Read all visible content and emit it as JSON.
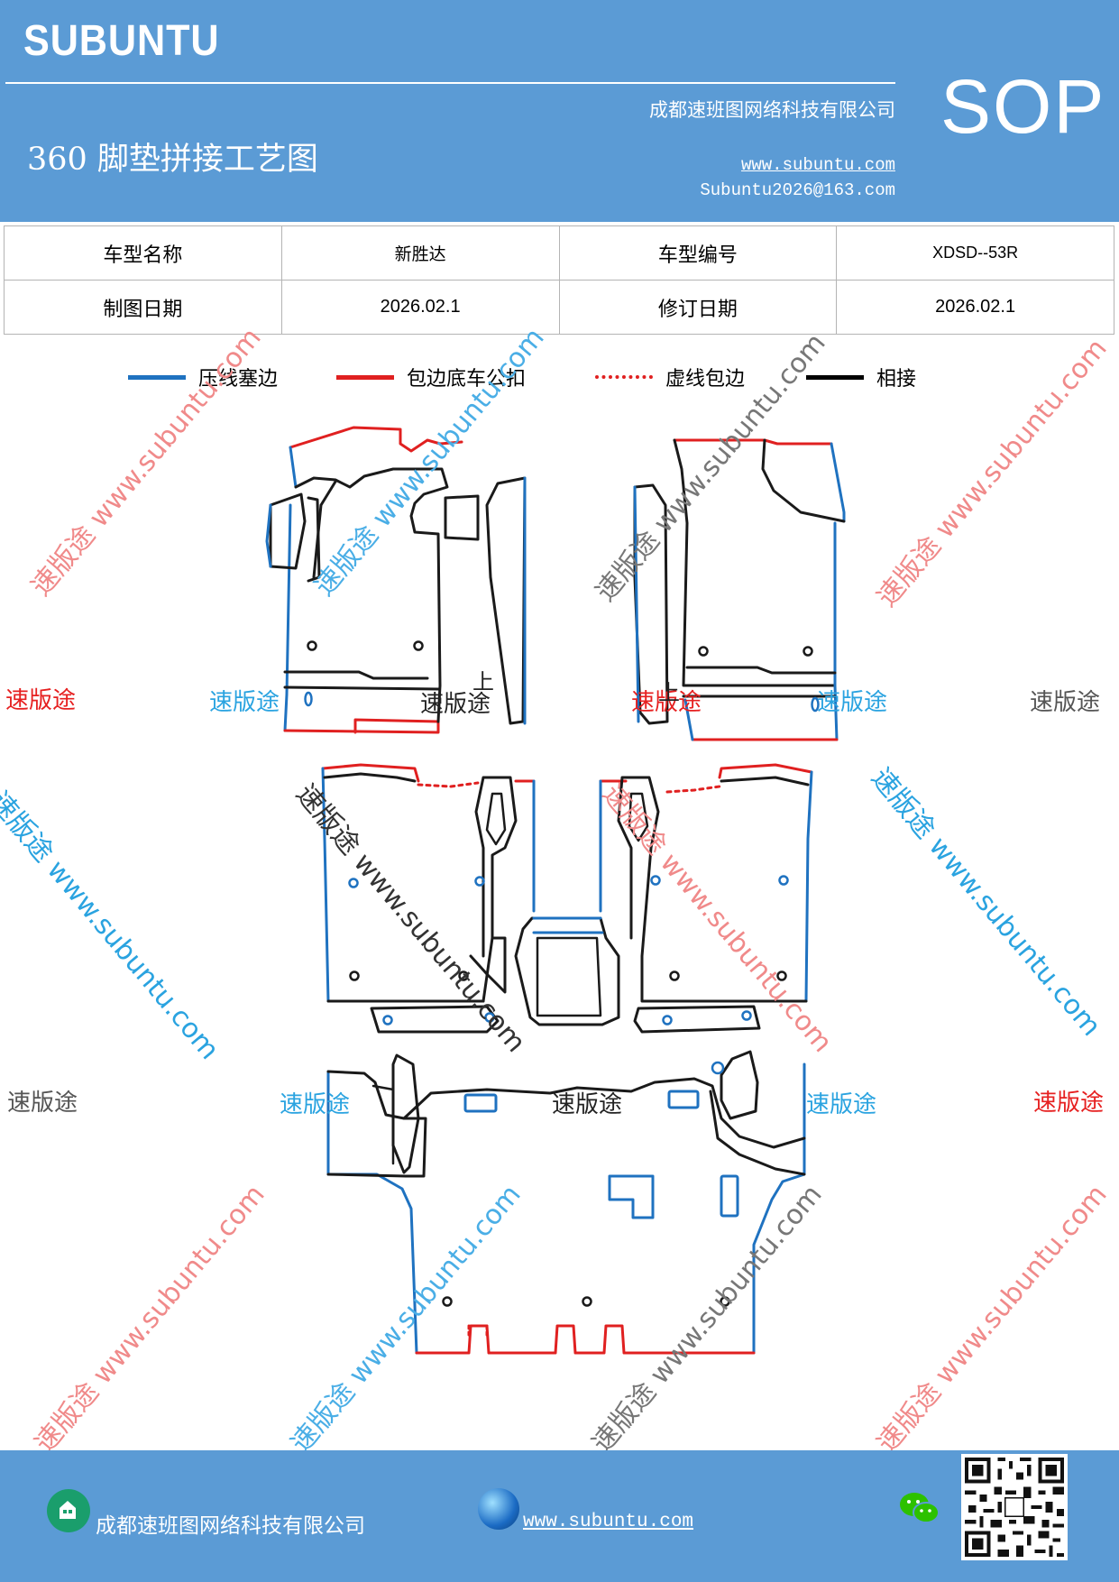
{
  "header": {
    "brand": "SUBUNTU",
    "sop": "SOP",
    "company": "成都速班图网络科技有限公司",
    "title": "360 脚垫拼接工艺图",
    "website": "www.subuntu.com",
    "email": "Subuntu2026@163.com"
  },
  "info_table": {
    "rows": [
      [
        "车型名称",
        "新胜达",
        "车型编号",
        "XDSD--53R"
      ],
      [
        "制图日期",
        "2026.02.1",
        "修订日期",
        "2026.02.1"
      ]
    ]
  },
  "legend": [
    {
      "label": "压线塞边",
      "color": "#1f72c0",
      "style": "solid"
    },
    {
      "label": "包边底车公扣",
      "color": "#e02020",
      "style": "solid"
    },
    {
      "label": "虚线包边",
      "color": "#e02020",
      "style": "dotted"
    },
    {
      "label": "相接",
      "color": "#000000",
      "style": "solid"
    }
  ],
  "watermarks": {
    "brand": "速版途",
    "website": "www.subuntu.com",
    "front_text": "上"
  },
  "colors": {
    "header_bg": "#5b9bd5",
    "blue_line": "#1f72c0",
    "red_line": "#e02020",
    "black_line": "#1a1a1a",
    "wm_red": "#e62020",
    "wm_blue": "#2aa3e0",
    "wm_gray": "#555555"
  },
  "footer": {
    "company": "成都速班图网络科技有限公司",
    "website": "www.subuntu.com",
    "icons": [
      "home-icon",
      "globe-icon",
      "wechat-icon",
      "qr-code"
    ]
  }
}
